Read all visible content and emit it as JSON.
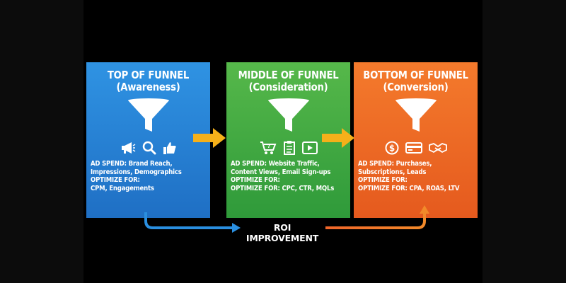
{
  "stages": [
    {
      "title": "TOP OF FUNNEL",
      "subtitle": "(Awareness)",
      "icons": [
        "megaphone-icon",
        "magnifier-icon",
        "thumbs-up-icon"
      ],
      "lines": [
        "AD SPEND: Brand Reach,",
        "Impressions, Demographics",
        "OPTIMIZE FOR:",
        "CPM, Engagements"
      ],
      "color": "#2a86d8"
    },
    {
      "title": "MIDDLE OF FUNNEL",
      "subtitle": "(Consideration)",
      "icons": [
        "cart-icon",
        "checklist-icon",
        "play-icon"
      ],
      "lines": [
        "AD SPEND: Website Traffic,",
        "Content Views, Email Sign-ups",
        "OPTIMIZE FOR:",
        "OPTIMIZE FOR: CPC, CTR, MQLs"
      ],
      "color": "#46ab42"
    },
    {
      "title": "BOTTOM OF FUNNEL",
      "subtitle": "(Conversion)",
      "icons": [
        "dollar-icon",
        "credit-card-icon",
        "handshake-icon"
      ],
      "lines": [
        "AD SPEND: Purchases,",
        "Subscriptions, Leads",
        "OPTIMIZE FOR:",
        "OPTIMIZE FOR: CPA, ROAS, LTV"
      ],
      "color": "#ef6a25"
    }
  ],
  "roi_label": "ROI IMPROVEMENT",
  "colors": {
    "arrow": "#f5b01a",
    "flow_left": "#2a8fe0",
    "flow_right": "#f0662a",
    "background": "#000000"
  }
}
